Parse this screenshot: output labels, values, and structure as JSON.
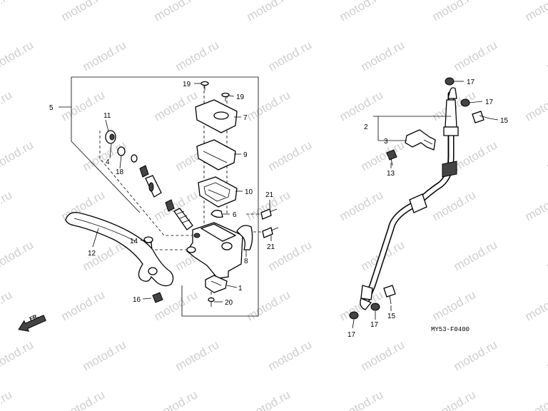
{
  "watermark": "motod.ru",
  "front_arrow_label": "FR.",
  "diagram_code": "MY53-F0400",
  "callouts": {
    "c1": "1",
    "c2": "2",
    "c3": "3",
    "c4": "4",
    "c5": "5",
    "c6": "6",
    "c7": "7",
    "c8": "8",
    "c9": "9",
    "c10": "10",
    "c11": "11",
    "c12": "12",
    "c13": "13",
    "c14": "14",
    "c15a": "15",
    "c15b": "15",
    "c16": "16",
    "c17a": "17",
    "c17b": "17",
    "c17c": "17",
    "c17d": "17",
    "c18": "18",
    "c19a": "19",
    "c19b": "19",
    "c20": "20",
    "c21a": "21",
    "c21b": "21"
  }
}
